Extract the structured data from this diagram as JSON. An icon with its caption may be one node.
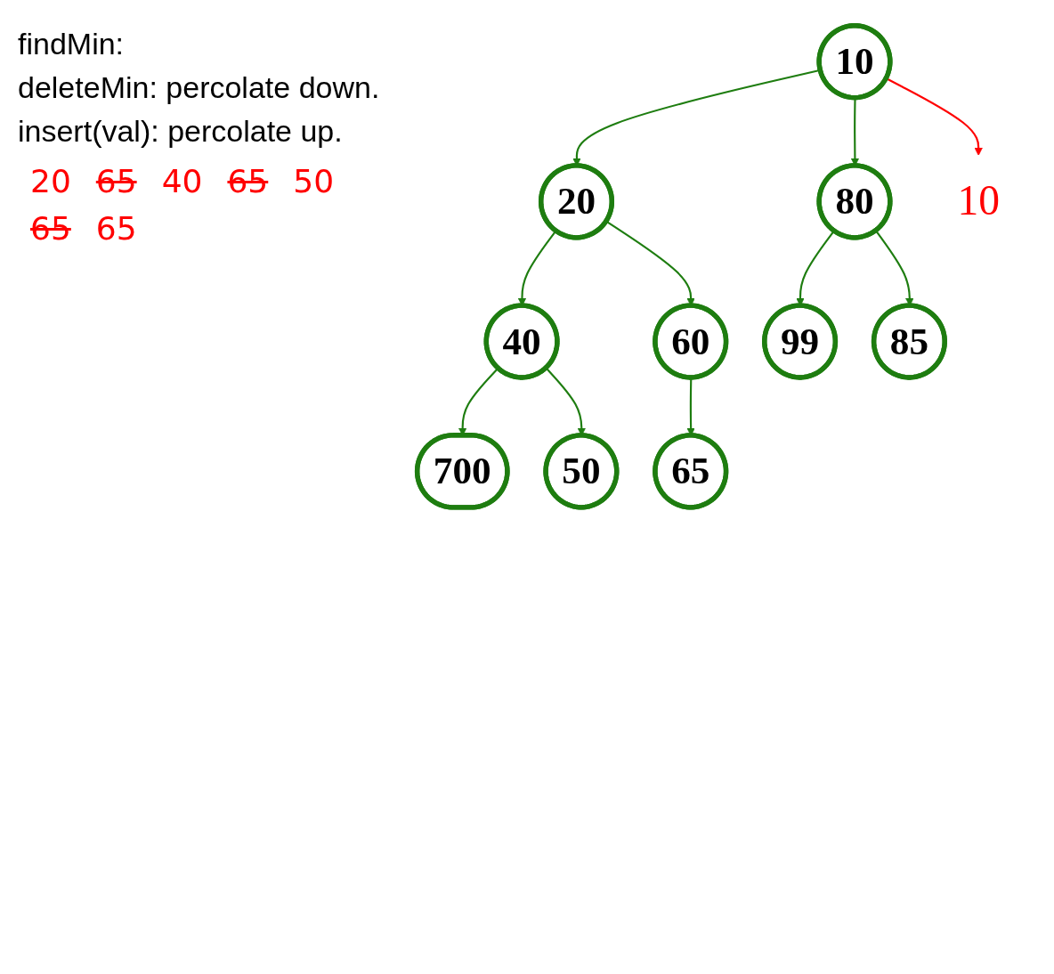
{
  "diagram": {
    "nodes": [
      {
        "text": [
          "10"
        ]
      },
      {
        "text": [
          "20"
        ]
      },
      {
        "text": [
          "80"
        ]
      },
      {
        "text": [
          "40"
        ]
      },
      {
        "text": [
          "60"
        ]
      },
      {
        "text": [
          "99"
        ]
      },
      {
        "text": [
          "85"
        ]
      },
      {
        "text": [
          "700"
        ]
      },
      {
        "text": [
          "50"
        ]
      },
      {
        "text": [
          "65"
        ]
      },
      {
        "text": [
          "10"
        ]
      }
    ],
    "edges": [
      {
        "from": 0,
        "to": 1,
        "arrow": "to"
      },
      {
        "from": 0,
        "to": 2,
        "arrow": "to"
      },
      {
        "from": 1,
        "to": 3,
        "arrow": "to"
      },
      {
        "from": 1,
        "to": 4,
        "arrow": "to"
      },
      {
        "from": 2,
        "to": 5,
        "arrow": "to"
      },
      {
        "from": 2,
        "to": 6,
        "arrow": "to"
      },
      {
        "from": 3,
        "to": 7,
        "arrow": "to"
      },
      {
        "from": 3,
        "to": 8,
        "arrow": "to"
      },
      {
        "from": 4,
        "to": 9,
        "arrow": "to"
      },
      {
        "from": 0,
        "to": 10,
        "arrow": "to",
        "color": "#ff0000"
      }
    ],
    "labels": [
      "findMin:",
      "deleteMin: percolate down.",
      "insert(val): percolate up.",
      "20",
      "65",
      "40",
      "65",
      "50",
      "65",
      "65"
    ]
  }
}
